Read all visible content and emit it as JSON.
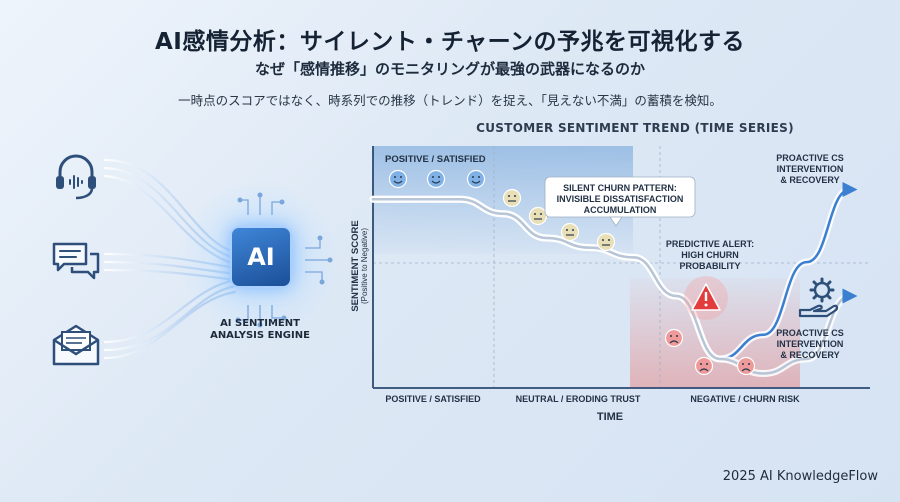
{
  "header": {
    "title": "AI感情分析：サイレント・チャーンの予兆を可視化する",
    "subtitle": "なぜ「感情推移」のモニタリングが最強の武器になるのか",
    "description": "一時点のスコアではなく、時系列での推移（トレンド）を捉え、「見えない不満」の蓄積を検知。"
  },
  "engine": {
    "chip_text": "AI",
    "label_line1": "AI SENTIMENT",
    "label_line2": "ANALYSIS ENGINE",
    "input_icons": [
      "headset-icon",
      "chat-bubbles-icon",
      "envelope-icon"
    ]
  },
  "chart_data": {
    "type": "line",
    "title": "CUSTOMER SENTIMENT TREND (TIME SERIES)",
    "xlabel": "TIME",
    "ylabel": "SENTIMENT SCORE",
    "ylabel_sub": "(Positive to Negative)",
    "zones": [
      "POSITIVE / SATISFIED",
      "NEUTRAL / ERODING TRUST",
      "NEGATIVE / CHURN RISK"
    ],
    "top_zone_label": "POSITIVE / SATISFIED",
    "series": [
      {
        "values": [
          0.78,
          0.78,
          0.78,
          0.72,
          0.62,
          0.58,
          0.54,
          0.38,
          0.12,
          0.22,
          0.52,
          0.82
        ]
      },
      {
        "values": [
          0.78,
          0.78,
          0.78,
          0.72,
          0.62,
          0.58,
          0.54,
          0.38,
          0.12,
          0.06,
          0.12,
          0.38
        ]
      }
    ],
    "annotations": {
      "silent_churn": [
        "SILENT CHURN PATTERN:",
        "INVISIBLE DISSATISFACTION",
        "ACCUMULATION"
      ],
      "predictive_alert": [
        "PREDICTIVE ALERT:",
        "HIGH CHURN",
        "PROBABILITY"
      ],
      "proactive_top": [
        "PROACTIVE CS",
        "INTERVENTION",
        "& RECOVERY"
      ],
      "proactive_bottom": [
        "PROACTIVE CS",
        "INTERVENTION",
        "& RECOVERY"
      ]
    },
    "colors": {
      "line": "#cfd9e6",
      "positive_fill": "#6a9fd8",
      "negative_fill": "#e58a8a",
      "arrow": "#3a7fd0"
    }
  },
  "footer": {
    "text": "2025 AI KnowledgeFlow"
  }
}
